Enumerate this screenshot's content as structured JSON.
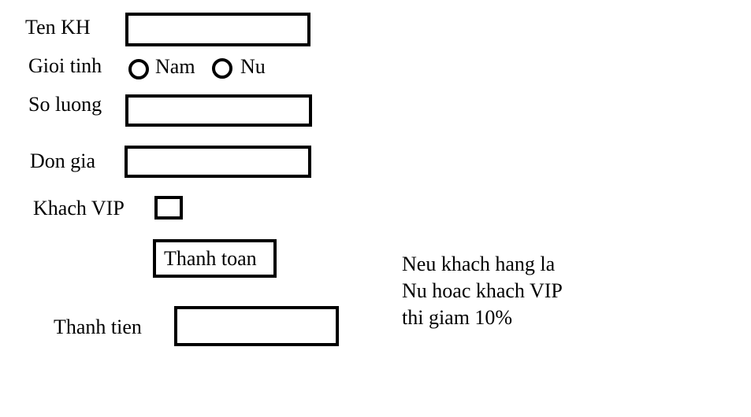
{
  "form": {
    "ten_kh": {
      "label": "Ten KH",
      "value": ""
    },
    "gioi_tinh": {
      "label": "Gioi tinh",
      "options": [
        {
          "label": "Nam",
          "selected": false
        },
        {
          "label": "Nu",
          "selected": false
        }
      ]
    },
    "so_luong": {
      "label": "So luong",
      "value": ""
    },
    "don_gia": {
      "label": "Don gia",
      "value": ""
    },
    "khach_vip": {
      "label": "Khach VIP",
      "checked": false
    },
    "submit": {
      "label": "Thanh toan"
    },
    "thanh_tien": {
      "label": "Thanh tien",
      "value": ""
    }
  },
  "note": {
    "lines": [
      "Neu khach hang la",
      "Nu hoac khach VIP",
      "thi giam 10%"
    ]
  }
}
